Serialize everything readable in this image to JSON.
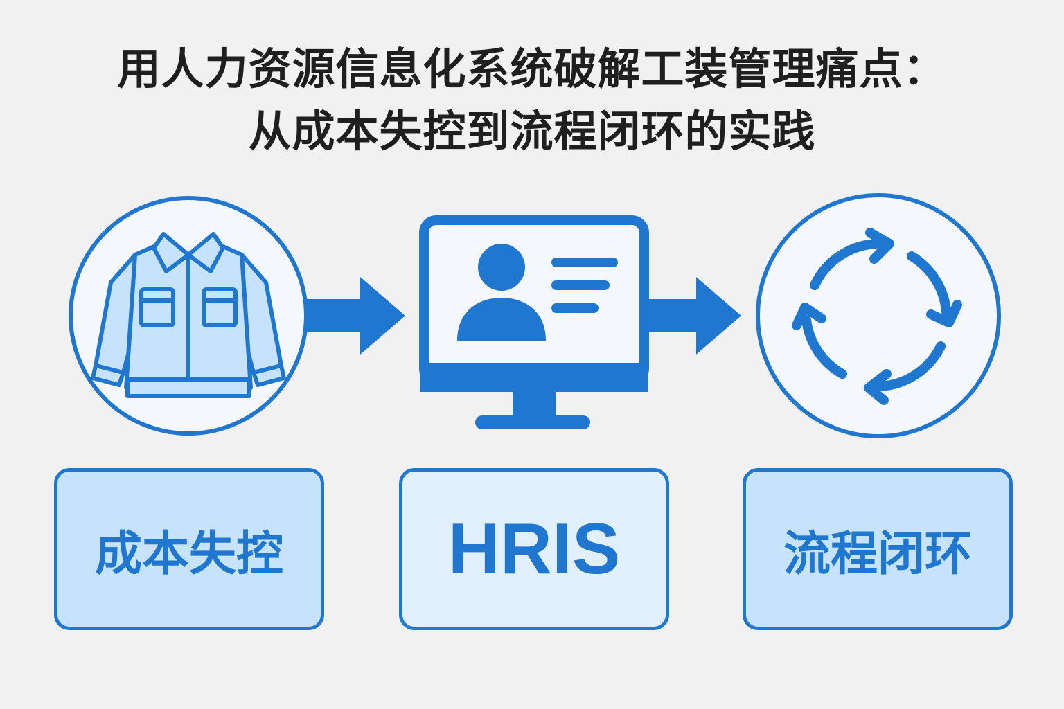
{
  "title": {
    "line1": "用人力资源信息化系统破解工装管理痛点：",
    "line2": "从成本失控到流程闭环的实践"
  },
  "stages": [
    {
      "label": "成本失控",
      "icon": "jacket-icon"
    },
    {
      "label": "HRIS",
      "icon": "computer-profile-icon"
    },
    {
      "label": "流程闭环",
      "icon": "cycle-arrows-icon"
    }
  ],
  "colors": {
    "primary": "#1f77d0",
    "light_fill": "#c7e2fb",
    "pale_fill": "#e2effc",
    "circle_fill": "#f4f7fb",
    "background": "#f1f1f1",
    "title_text": "#1f1f1f"
  }
}
